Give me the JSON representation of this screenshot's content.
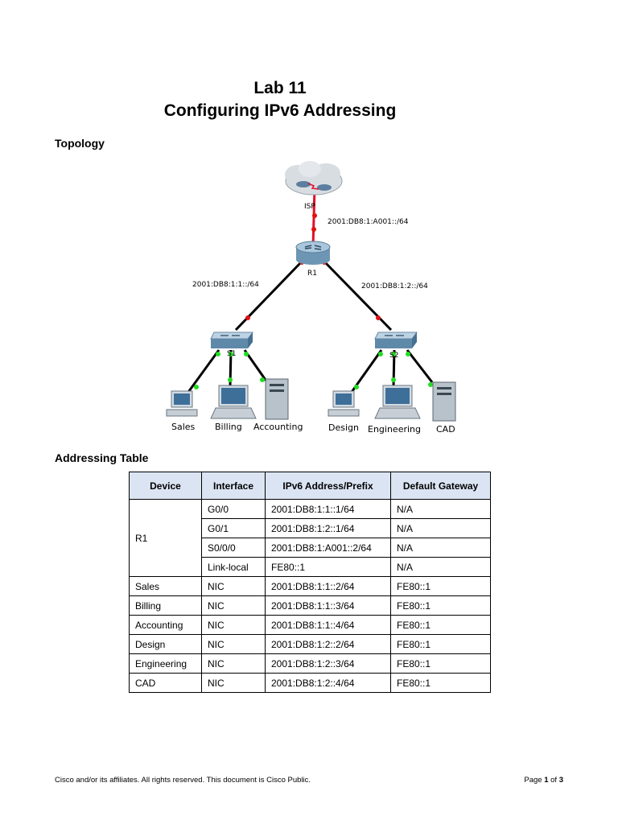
{
  "title": {
    "line1": "Lab 11",
    "line2": "Configuring IPv6 Addressing"
  },
  "topology": {
    "heading": "Topology",
    "labels": {
      "isp": "ISP",
      "isp_link": "2001:DB8:1:A001::/64",
      "r1": "R1",
      "link_left": "2001:DB8:1:1::/64",
      "link_right": "2001:DB8:1:2::/64",
      "s1": "S1",
      "s2": "S2",
      "sales": "Sales",
      "billing": "Billing",
      "accounting": "Accounting",
      "design": "Design",
      "engineering": "Engineering",
      "cad": "CAD"
    }
  },
  "addressing": {
    "heading": "Addressing Table",
    "headers": [
      "Device",
      "Interface",
      "IPv6 Address/Prefix",
      "Default Gateway"
    ],
    "r1": {
      "device": "R1",
      "rows": [
        [
          "G0/0",
          "2001:DB8:1:1::1/64",
          "N/A"
        ],
        [
          "G0/1",
          "2001:DB8:1:2::1/64",
          "N/A"
        ],
        [
          "S0/0/0",
          "2001:DB8:1:A001::2/64",
          "N/A"
        ],
        [
          "Link-local",
          "FE80::1",
          "N/A"
        ]
      ]
    },
    "hosts": [
      [
        "Sales",
        "NIC",
        "2001:DB8:1:1::2/64",
        "FE80::1"
      ],
      [
        "Billing",
        "NIC",
        "2001:DB8:1:1::3/64",
        "FE80::1"
      ],
      [
        "Accounting",
        "NIC",
        "2001:DB8:1:1::4/64",
        "FE80::1"
      ],
      [
        "Design",
        "NIC",
        "2001:DB8:1:2::2/64",
        "FE80::1"
      ],
      [
        "Engineering",
        "NIC",
        "2001:DB8:1:2::3/64",
        "FE80::1"
      ],
      [
        "CAD",
        "NIC",
        "2001:DB8:1:2::4/64",
        "FE80::1"
      ]
    ]
  },
  "footer": {
    "left": "Cisco and/or its affiliates. All rights reserved. This document is Cisco Public.",
    "page_prefix": "Page ",
    "page_current": "1",
    "page_of": " of ",
    "page_total": "3"
  },
  "colors": {
    "link": "#000000",
    "serial_link": "#e0102a",
    "port_up": "#22dd22",
    "port_down": "#e01010",
    "table_header": "#dbe4f3"
  }
}
